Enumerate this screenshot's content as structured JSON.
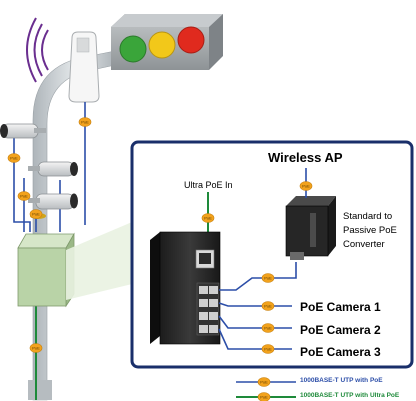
{
  "labels": {
    "wireless_ap": "Wireless AP",
    "ultra_poe_in": "Ultra PoE In",
    "converter_line1": "Standard to",
    "converter_line2": "Passive PoE",
    "converter_line3": "Converter",
    "camera1": "PoE Camera 1",
    "camera2": "PoE Camera 2",
    "camera3": "PoE Camera 3"
  },
  "legend": {
    "poe": "1000BASE-T UTP with PoE",
    "ultra_poe": "1000BASE-T UTP with Ultra PoE"
  },
  "badge_text": "PoE",
  "colors": {
    "poe_line": "#2c4ea8",
    "ultra_poe_line": "#1e8a3a",
    "badge": "#f2a21c",
    "pole": "#c9cfd3",
    "enclosure": "#b9d3a7",
    "traffic_red": "#e02a1e",
    "traffic_yellow": "#f2c81a",
    "traffic_green": "#3aa53a",
    "frame_border": "#1a2f6a"
  },
  "icons": [
    "wifi-signal-icon",
    "camera-icon",
    "traffic-light-icon",
    "switch-icon",
    "converter-icon",
    "access-point-icon"
  ]
}
